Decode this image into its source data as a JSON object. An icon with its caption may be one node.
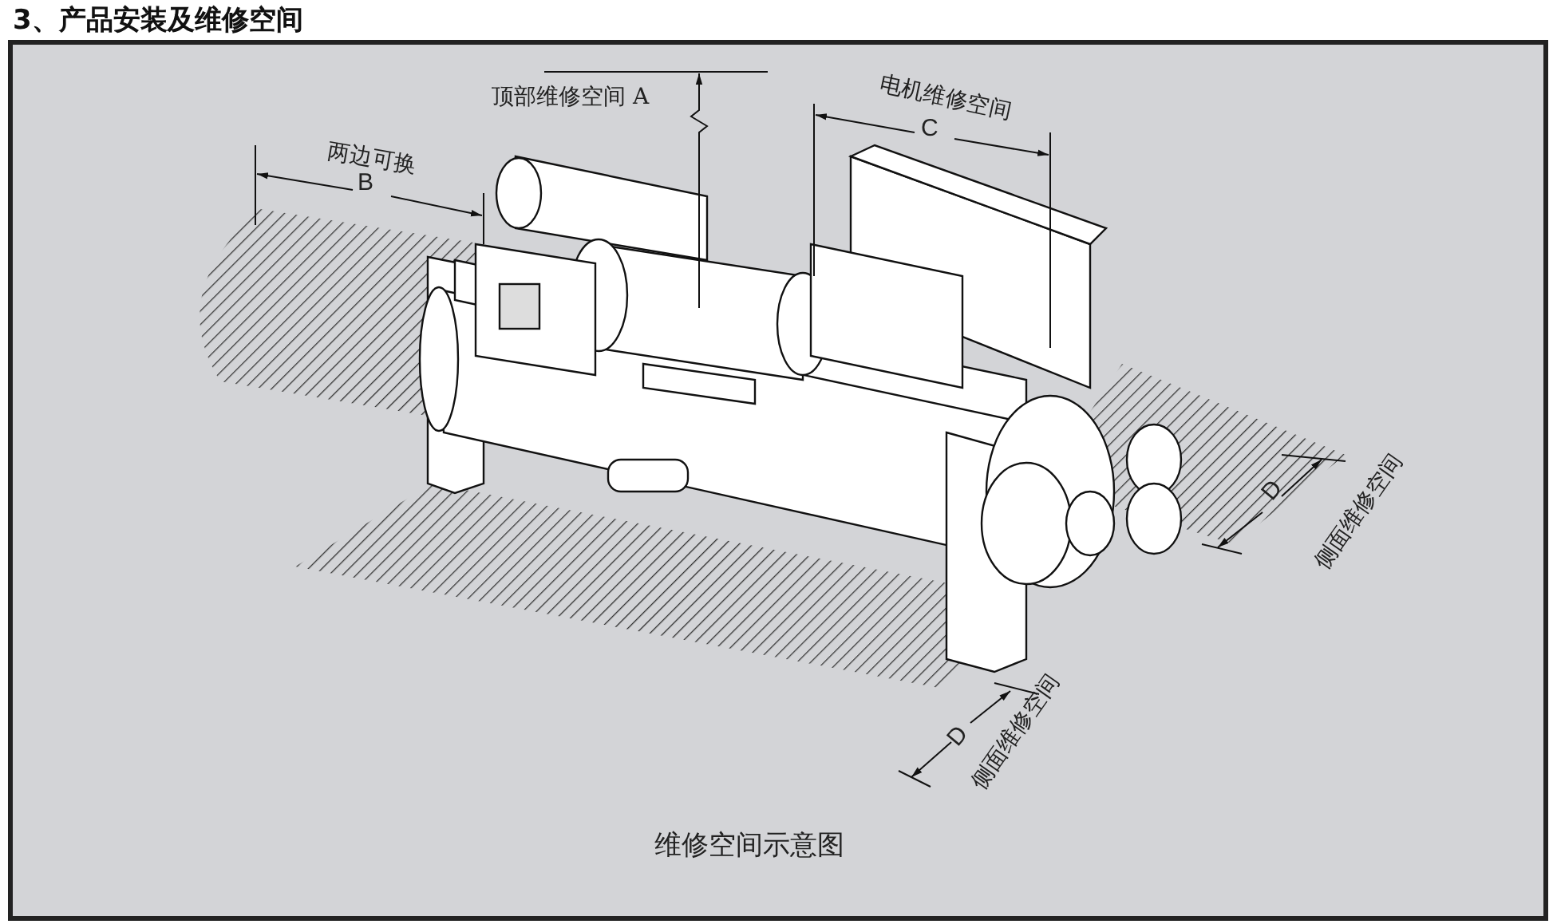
{
  "diagram": {
    "title": "3、产品安装及维修空间",
    "caption": "维修空间示意图",
    "labels": [
      "顶部维修空间 A",
      "电机维修空间",
      "C",
      "两边可换",
      "B",
      "D",
      "侧面维修空间",
      "D",
      "侧面维修空间"
    ]
  }
}
